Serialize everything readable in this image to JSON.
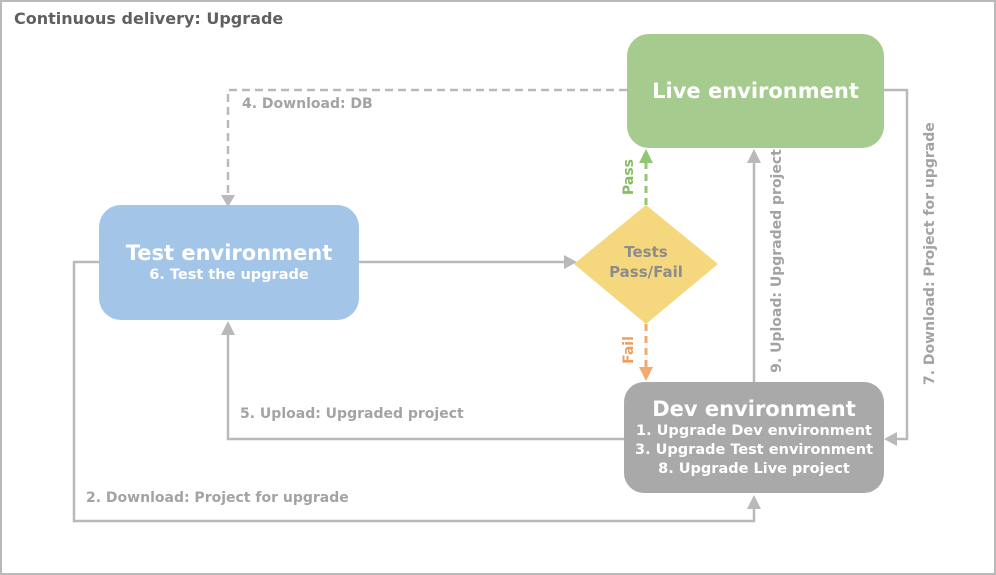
{
  "title": "Continuous delivery: Upgrade",
  "colors": {
    "live": "#a6cb8e",
    "test": "#a2c5e8",
    "dev": "#a9a9a9",
    "decision": "#f5d87d",
    "line": "#b9b9b9",
    "label": "#a3a3a3",
    "pass": "#86bb61",
    "pass_line": "#93c673",
    "fail": "#eb9f60",
    "fail_line": "#f2aa6e",
    "heading": "#606060",
    "box_text": "#ffffff",
    "decision_text": "#8c8c8c"
  },
  "nodes": {
    "live": {
      "title": "Live environment"
    },
    "test": {
      "title": "Test environment",
      "steps": [
        "6. Test the upgrade"
      ]
    },
    "dev": {
      "title": "Dev environment",
      "steps": [
        "1. Upgrade Dev environment",
        "3. Upgrade Test environment",
        "8. Upgrade Live project"
      ]
    },
    "decision": {
      "label": "Tests\nPass/Fail"
    }
  },
  "edges": {
    "download_db": {
      "label": "4. Download: DB"
    },
    "pass": {
      "label": "Pass"
    },
    "fail": {
      "label": "Fail"
    },
    "upload_to_live": {
      "label": "9. Upload: Upgraded project"
    },
    "download_from_live": {
      "label": "7. Download: Project for upgrade"
    },
    "upload_to_test": {
      "label": "5. Upload: Upgraded project"
    },
    "download_for_upgrade": {
      "label": "2. Download: Project for upgrade"
    }
  }
}
